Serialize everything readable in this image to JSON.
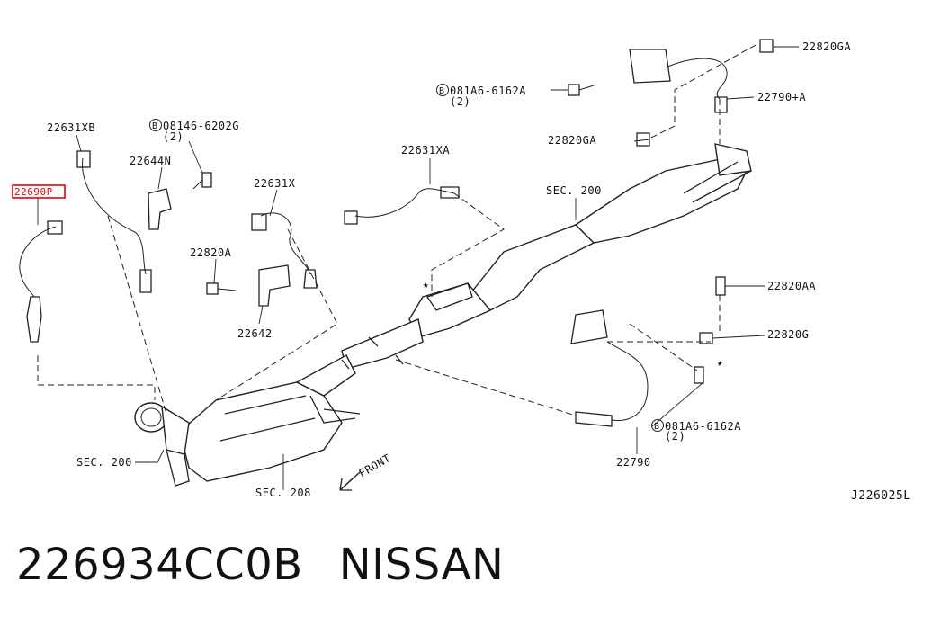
{
  "diagram": {
    "labels": {
      "p22690P": "22690P",
      "p22631XB": "22631XB",
      "p22644N": "22644N",
      "bolt08146": "08146-6202G",
      "bolt08146_qty": "(2)",
      "p22631X": "22631X",
      "p22631XA": "22631XA",
      "p22820A": "22820A",
      "p22642": "22642",
      "sec200_left": "SEC. 200",
      "sec208": "SEC. 208",
      "sec200_top": "SEC. 200",
      "bolt081A6_top": "081A6-6162A",
      "bolt081A6_top_qty": "(2)",
      "p22820GA_top": "22820GA",
      "p22790A": "22790+A",
      "p22820GA_mid": "22820GA",
      "p22820AA": "22820AA",
      "p22820G": "22820G",
      "bolt081A6_bottom": "081A6-6162A",
      "bolt081A6_bottom_qty": "(2)",
      "p22790": "22790",
      "front": "FRONT",
      "code": "J226025L",
      "bolt_prefix": "B",
      "star": "★"
    },
    "highlight_color": "#e8000b"
  },
  "footer": {
    "part_number": "226934CC0B",
    "brand": "NISSAN"
  }
}
